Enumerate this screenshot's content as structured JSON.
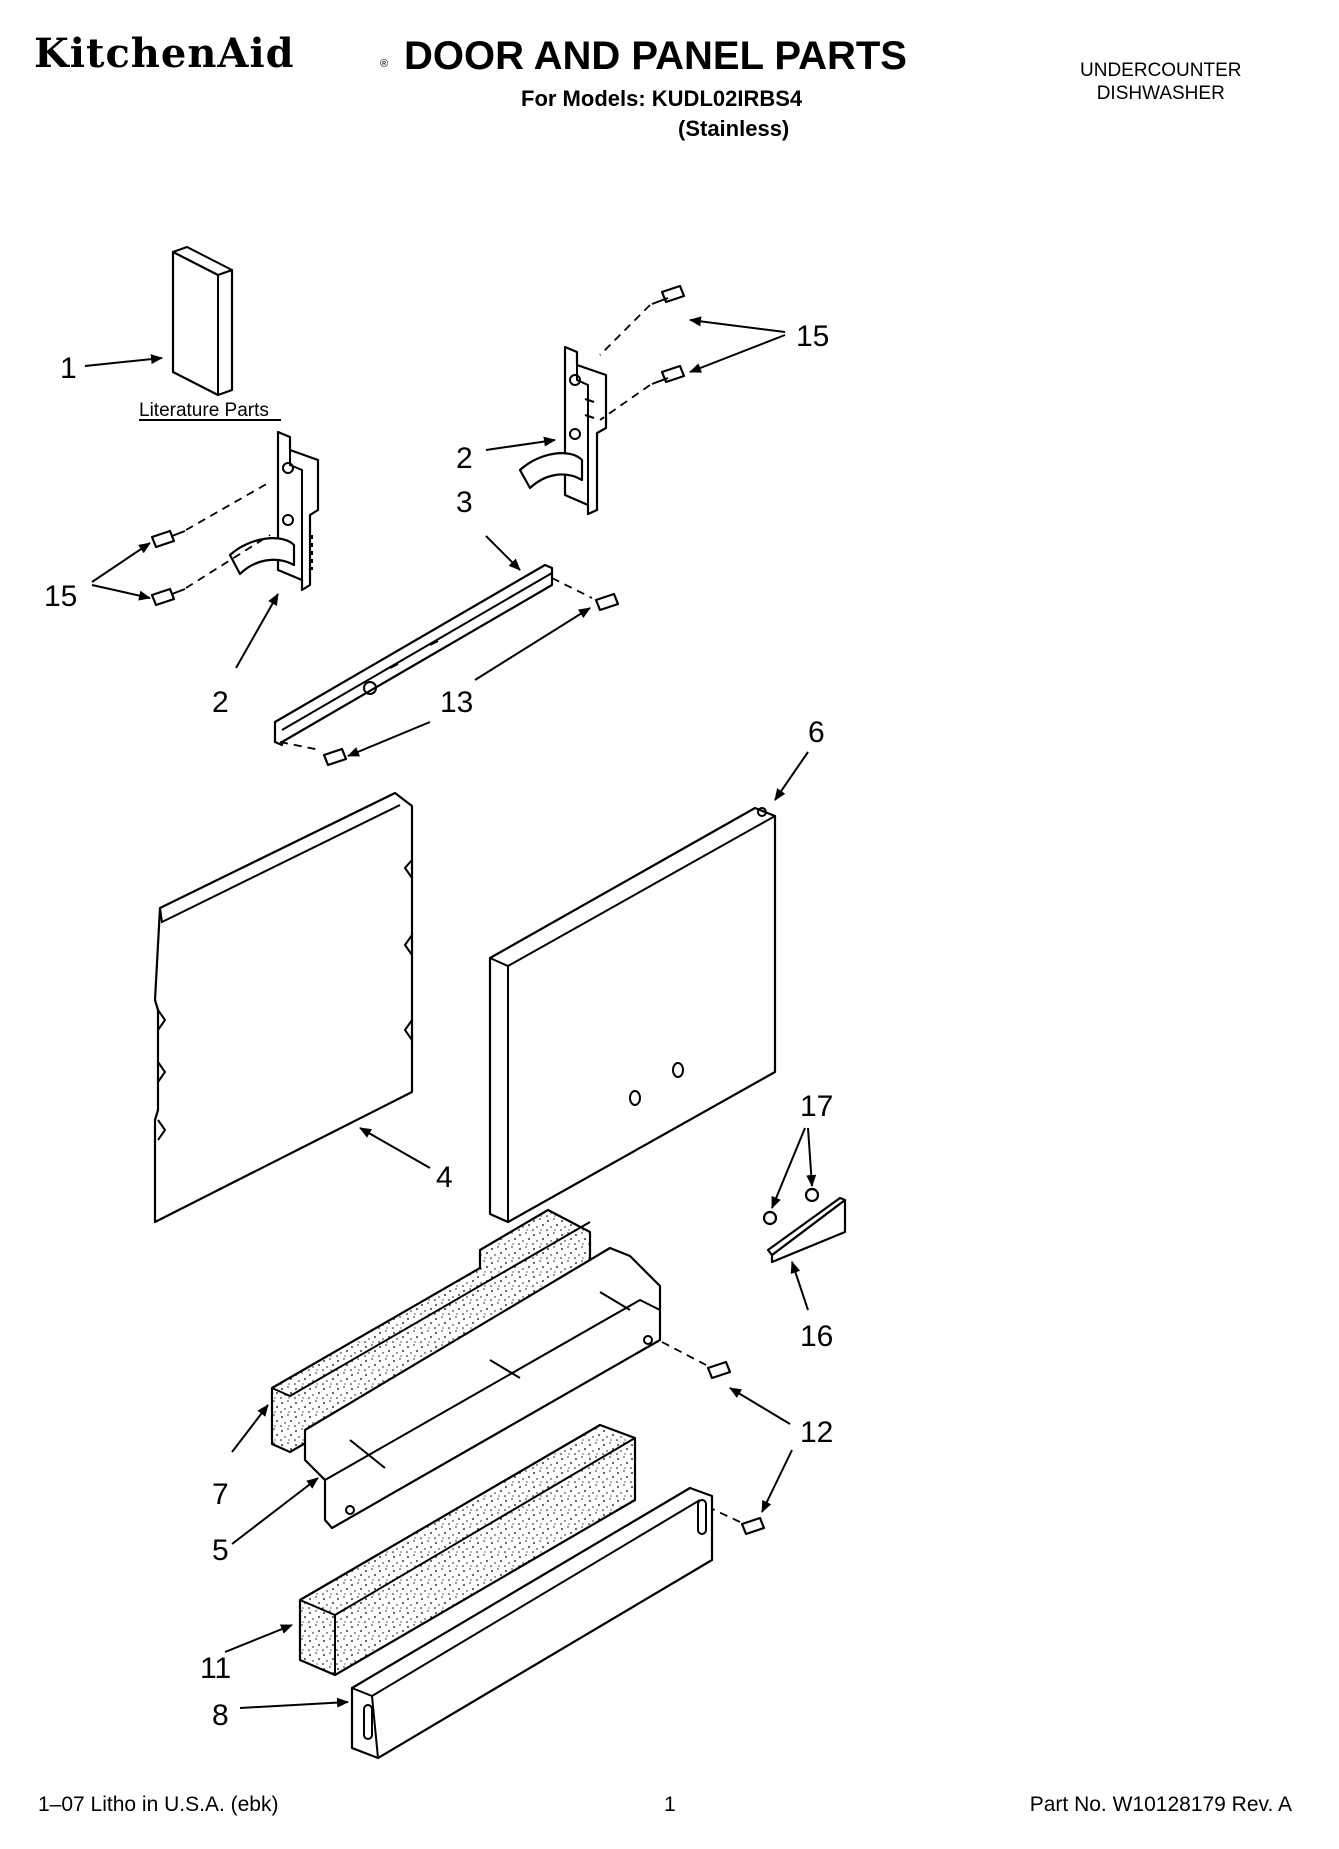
{
  "header": {
    "brand": "KitchenAid",
    "brand_mark": "®",
    "title": "DOOR AND PANEL PARTS",
    "models_line": "For Models: KUDL02IRBS4",
    "finish_line": "(Stainless)",
    "category_line1": "UNDERCOUNTER",
    "category_line2": "DISHWASHER"
  },
  "diagram": {
    "literature_label": "Literature Parts",
    "callouts": {
      "c1": "1",
      "c2_top": "2",
      "c2_left": "2",
      "c3": "3",
      "c4": "4",
      "c5": "5",
      "c6": "6",
      "c7": "7",
      "c8": "8",
      "c11": "11",
      "c12": "12",
      "c13": "13",
      "c15_top": "15",
      "c15_left": "15",
      "c16": "16",
      "c17": "17"
    }
  },
  "footer": {
    "litho": "1–07 Litho in U.S.A. (ebk)",
    "page": "1",
    "part_no": "Part No. W10128179 Rev. A"
  }
}
